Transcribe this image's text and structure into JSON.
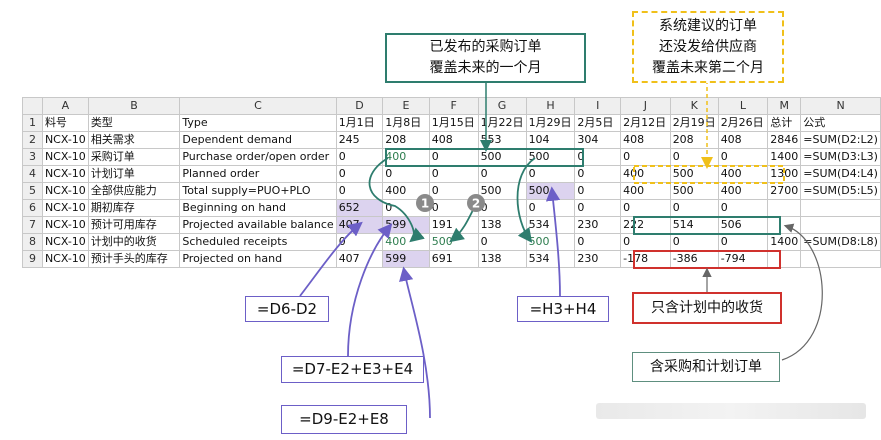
{
  "headers": [
    "A",
    "B",
    "C",
    "D",
    "E",
    "F",
    "G",
    "H",
    "I",
    "J",
    "K",
    "L",
    "M",
    "N"
  ],
  "rows": [
    {
      "n": "1",
      "cells": [
        "料号",
        "类型",
        "Type",
        "1月1日",
        "1月8日",
        "1月15日",
        "1月22日",
        "1月29日",
        "2月5日",
        "2月12日",
        "2月19日",
        "2月26日",
        "总计",
        "公式"
      ]
    },
    {
      "n": "2",
      "cells": [
        "NCX-10",
        "相关需求",
        "Dependent demand",
        "245",
        "208",
        "408",
        "553",
        "104",
        "304",
        "408",
        "208",
        "408",
        "2846",
        "=SUM(D2:L2)"
      ]
    },
    {
      "n": "3",
      "cells": [
        "NCX-10",
        "采购订单",
        "Purchase order/open order",
        "0",
        "400",
        "0",
        "500",
        "500",
        "0",
        "0",
        "0",
        "0",
        "1400",
        "=SUM(D3:L3)"
      ]
    },
    {
      "n": "4",
      "cells": [
        "NCX-10",
        "计划订单",
        "Planned order",
        "0",
        "0",
        "0",
        "0",
        "0",
        "0",
        "400",
        "500",
        "400",
        "1300",
        "=SUM(D4:L4)"
      ]
    },
    {
      "n": "5",
      "cells": [
        "NCX-10",
        "全部供应能力",
        "Total supply=PUO+PLO",
        "0",
        "400",
        "0",
        "500",
        "500",
        "0",
        "400",
        "500",
        "400",
        "2700",
        "=SUM(D5:L5)"
      ]
    },
    {
      "n": "6",
      "cells": [
        "NCX-10",
        "期初库存",
        "Beginning on hand",
        "652",
        "0",
        "0",
        "0",
        "0",
        "0",
        "0",
        "0",
        "0",
        "",
        ""
      ]
    },
    {
      "n": "7",
      "cells": [
        "NCX-10",
        "预计可用库存",
        "Projected available balance",
        "407",
        "599",
        "191",
        "138",
        "534",
        "230",
        "222",
        "514",
        "506",
        "",
        ""
      ]
    },
    {
      "n": "8",
      "cells": [
        "NCX-10",
        "计划中的收货",
        "Scheduled receipts",
        "0",
        "400",
        "500",
        "0",
        "500",
        "0",
        "0",
        "0",
        "0",
        "1400",
        "=SUM(D8:L8)"
      ]
    },
    {
      "n": "9",
      "cells": [
        "NCX-10",
        "预计手头的库存",
        "Projected on hand",
        "407",
        "599",
        "691",
        "138",
        "534",
        "230",
        "-178",
        "-386",
        "-794",
        "",
        ""
      ]
    }
  ],
  "callouts": {
    "published_po_line1": "已发布的采购订单",
    "published_po_line2": "覆盖未来的一个月",
    "suggested_line1": "系统建议的订单",
    "suggested_line2": "还没发给供应商",
    "suggested_line3": "覆盖未来第二个月",
    "formula_d6": "=D6-D2",
    "formula_h3": "=H3+H4",
    "formula_e7": "=D7-E2+E3+E4",
    "formula_e9": "=D9-E2+E8",
    "scheduled_only": "只含计划中的收货",
    "po_and_planned": "含采购和计划订单",
    "badge_1": "1",
    "badge_2": "2"
  },
  "colors": {
    "teal": "#2e7d6e",
    "yellow": "#f0c01a",
    "purple": "#6c5fc7",
    "red": "#d0312d",
    "green_text": "#2e7d4f",
    "purple_fill": "#dcd3ef"
  }
}
